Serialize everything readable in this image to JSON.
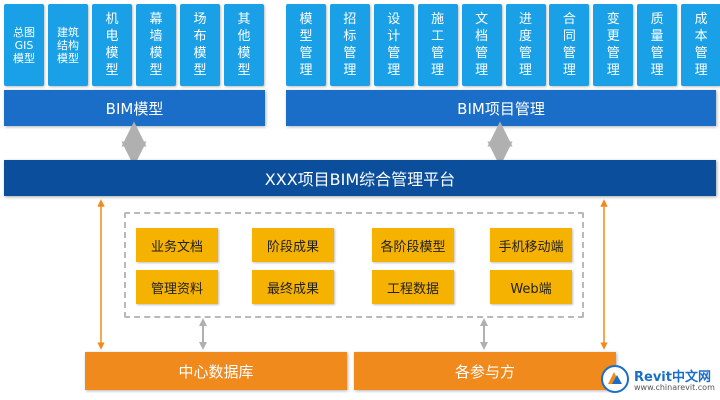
{
  "bim_model": {
    "label": "BIM模型",
    "tiles": [
      {
        "lines": [
          "总图",
          "GIS",
          "模型"
        ]
      },
      {
        "lines": [
          "建筑",
          "结构",
          "模型"
        ]
      },
      {
        "lines": [
          "机",
          "电",
          "模",
          "型"
        ]
      },
      {
        "lines": [
          "幕",
          "墙",
          "模",
          "型"
        ]
      },
      {
        "lines": [
          "场",
          "布",
          "模",
          "型"
        ]
      },
      {
        "lines": [
          "其",
          "他",
          "模",
          "型"
        ]
      }
    ]
  },
  "bim_management": {
    "label": "BIM项目管理",
    "tiles": [
      {
        "lines": [
          "模",
          "型",
          "管",
          "理"
        ]
      },
      {
        "lines": [
          "招",
          "标",
          "管",
          "理"
        ]
      },
      {
        "lines": [
          "设",
          "计",
          "管",
          "理"
        ]
      },
      {
        "lines": [
          "施",
          "工",
          "管",
          "理"
        ]
      },
      {
        "lines": [
          "文",
          "档",
          "管",
          "理"
        ]
      },
      {
        "lines": [
          "进",
          "度",
          "管",
          "理"
        ]
      },
      {
        "lines": [
          "合",
          "同",
          "管",
          "理"
        ]
      },
      {
        "lines": [
          "变",
          "更",
          "管",
          "理"
        ]
      },
      {
        "lines": [
          "质",
          "量",
          "管",
          "理"
        ]
      },
      {
        "lines": [
          "成",
          "本",
          "管",
          "理"
        ]
      }
    ]
  },
  "platform": {
    "label": "XXX项目BIM综合管理平台"
  },
  "modules": {
    "row1": [
      "业务文档",
      "阶段成果",
      "各阶段模型",
      "手机移动端"
    ],
    "row2": [
      "管理资料",
      "最终成果",
      "工程数据",
      "Web端"
    ]
  },
  "bottom": {
    "database": "中心数据库",
    "parties": "各参与方"
  },
  "watermark": {
    "brand": "Revit中文网",
    "url": "www.chinarevit.com"
  },
  "colors": {
    "tile_blue": "#1aa0e6",
    "bar_blue": "#1a6ec7",
    "platform_blue": "#0b4f9c",
    "module_yellow": "#f6b200",
    "base_orange": "#f08a1c",
    "arrow_gray": "#b0b0b0",
    "arrow_orange": "#f08a1c"
  }
}
